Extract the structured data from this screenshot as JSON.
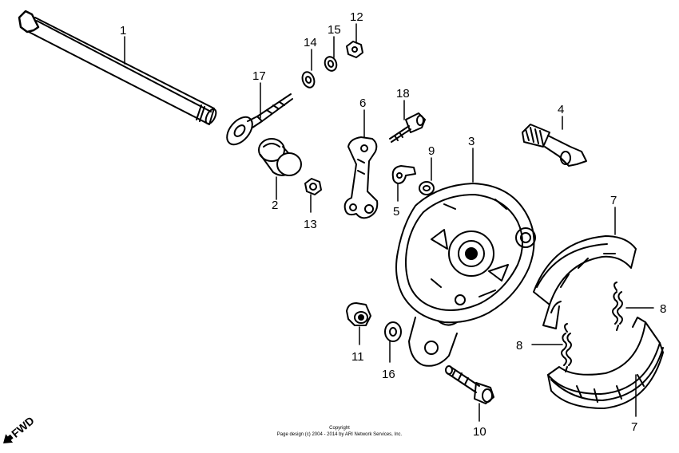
{
  "callouts": {
    "n1": "1",
    "n2": "2",
    "n3": "3",
    "n4": "4",
    "n5": "5",
    "n6": "6",
    "n7a": "7",
    "n7b": "7",
    "n8a": "8",
    "n8b": "8",
    "n9": "9",
    "n10": "10",
    "n11": "11",
    "n12": "12",
    "n13": "13",
    "n14": "14",
    "n15": "15",
    "n16": "16",
    "n17": "17",
    "n18": "18"
  },
  "direction_label": "FWD",
  "copyright": {
    "line1": "Copyright",
    "line2": "Page design (c) 2004 - 2014 by ARI Network Services, Inc."
  }
}
